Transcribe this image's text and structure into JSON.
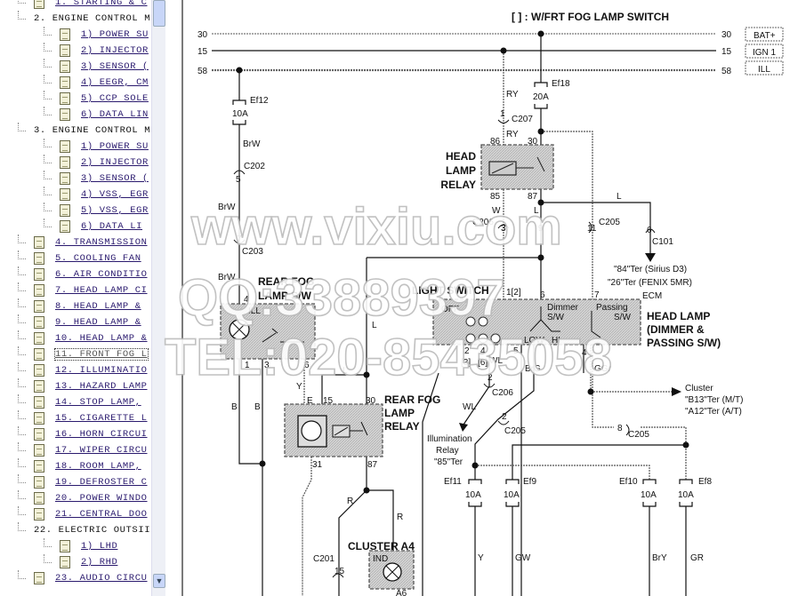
{
  "tree": {
    "items": [
      {
        "label": "1. STARTING & C",
        "level": 1,
        "doc": true
      },
      {
        "label": "2. ENGINE CONTROL M",
        "level": 1,
        "doc": false
      },
      {
        "label": "1) POWER SU",
        "level": 2,
        "doc": true
      },
      {
        "label": "2) INJECTOR",
        "level": 2,
        "doc": true
      },
      {
        "label": "3) SENSOR (",
        "level": 2,
        "doc": true
      },
      {
        "label": "4) EEGR, CM",
        "level": 2,
        "doc": true
      },
      {
        "label": "5) CCP SOLE",
        "level": 2,
        "doc": true
      },
      {
        "label": "6) DATA LIN",
        "level": 2,
        "doc": true
      },
      {
        "label": "3. ENGINE CONTROL M",
        "level": 1,
        "doc": false
      },
      {
        "label": "1) POWER SU",
        "level": 2,
        "doc": true
      },
      {
        "label": "2) INJECTOR",
        "level": 2,
        "doc": true
      },
      {
        "label": "3) SENSOR (",
        "level": 2,
        "doc": true
      },
      {
        "label": "4) VSS, EGR",
        "level": 2,
        "doc": true
      },
      {
        "label": "5) VSS, EGR",
        "level": 2,
        "doc": true
      },
      {
        "label": "6)  DATA LI",
        "level": 2,
        "doc": true
      },
      {
        "label": "4. TRANSMISSION",
        "level": 1,
        "doc": true
      },
      {
        "label": "5. COOLING FAN",
        "level": 1,
        "doc": true
      },
      {
        "label": "6. AIR CONDITIO",
        "level": 1,
        "doc": true
      },
      {
        "label": "7. HEAD LAMP CI",
        "level": 1,
        "doc": true
      },
      {
        "label": "8. HEAD LAMP &",
        "level": 1,
        "doc": true
      },
      {
        "label": "9. HEAD LAMP &",
        "level": 1,
        "doc": true
      },
      {
        "label": "10. HEAD LAMP &",
        "level": 1,
        "doc": true
      },
      {
        "label": "11. FRONT FOG L",
        "level": 1,
        "doc": true,
        "selected": true
      },
      {
        "label": "12. ILLUMINATIO",
        "level": 1,
        "doc": true
      },
      {
        "label": "13. HAZARD LAMP",
        "level": 1,
        "doc": true
      },
      {
        "label": "14. STOP LAMP,",
        "level": 1,
        "doc": true
      },
      {
        "label": "15. CIGARETTE L",
        "level": 1,
        "doc": true
      },
      {
        "label": "16. HORN CIRCUI",
        "level": 1,
        "doc": true
      },
      {
        "label": "17. WIPER CIRCU",
        "level": 1,
        "doc": true
      },
      {
        "label": "18. ROOM LAMP,",
        "level": 1,
        "doc": true
      },
      {
        "label": "19. DEFROSTER C",
        "level": 1,
        "doc": true
      },
      {
        "label": "20. POWER WINDO",
        "level": 1,
        "doc": true
      },
      {
        "label": "21. CENTRAL DOO",
        "level": 1,
        "doc": true
      },
      {
        "label": "22. ELECTRIC OUTSII",
        "level": 1,
        "doc": false
      },
      {
        "label": "1) LHD",
        "level": 2,
        "doc": true
      },
      {
        "label": "2) RHD",
        "level": 2,
        "doc": true
      },
      {
        "label": "23. AUDIO CIRCU",
        "level": 1,
        "doc": true
      }
    ]
  },
  "diagram": {
    "title": "[     ] : W/FRT FOG LAMP SWITCH",
    "bus_tags": [
      "BAT+",
      "IGN 1",
      "ILL"
    ],
    "components": {
      "head_lamp_relay": [
        "HEAD",
        "LAMP",
        "RELAY"
      ],
      "rear_fog_sw": [
        "REAR FOG",
        "LAMP S/W"
      ],
      "light_switch": "LIGHT SWITCH",
      "rear_fog_relay": [
        "REAR FOG",
        "LAMP",
        "RELAY"
      ],
      "head_lamp_sw": [
        "HEAD LAMP",
        "(DIMMER &",
        "PASSING S/W)"
      ],
      "cluster": "CLUSTER A4"
    },
    "labels": [
      "30",
      "15",
      "58",
      "30",
      "15",
      "58",
      "Ef12",
      "10A",
      "BrW",
      "C202",
      "5",
      "BrW",
      "7",
      "C203",
      "BrW",
      "4",
      "ILL",
      "1",
      "3",
      "6",
      "B",
      "B",
      "Y",
      "E",
      "15",
      "L",
      "30",
      "31",
      "87",
      "R",
      "R",
      "C201",
      "15",
      "IND",
      "A6",
      "L",
      "RY",
      "1",
      "C207",
      "RY",
      "86",
      "30",
      "85",
      "87",
      "W",
      "Ef18",
      "20A",
      "C206",
      "3",
      "L",
      "9",
      "11",
      "C205",
      "L",
      "6",
      "C101",
      "\"84\"Ter (Sirius D3)",
      "\"26\"Ter (FENIX 5MR)",
      "ECM",
      "1[2]",
      "6",
      "7",
      "OFF",
      "Dimmer",
      "S/W",
      "Passing",
      "S/W",
      "LOW",
      "HI",
      "2",
      "4",
      "5",
      "4",
      "[3]",
      "[6]",
      "WL",
      "BrG",
      "GGr",
      "2",
      "C206",
      "WL",
      "Illumination",
      "Relay",
      "\"85\"Ter",
      "2",
      "C205",
      "Cluster",
      "\"B13\"Ter (M/T)",
      "\"A12\"Ter (A/T)",
      "8",
      "C205",
      "Ef11",
      "10A",
      "Ef9",
      "10A",
      "Ef10",
      "10A",
      "Ef8",
      "10A",
      "Y",
      "GW",
      "BrY",
      "GR"
    ],
    "watermark": [
      "www.vixiu.com",
      "QQ:33889397",
      "TEL:020-85435058"
    ]
  }
}
